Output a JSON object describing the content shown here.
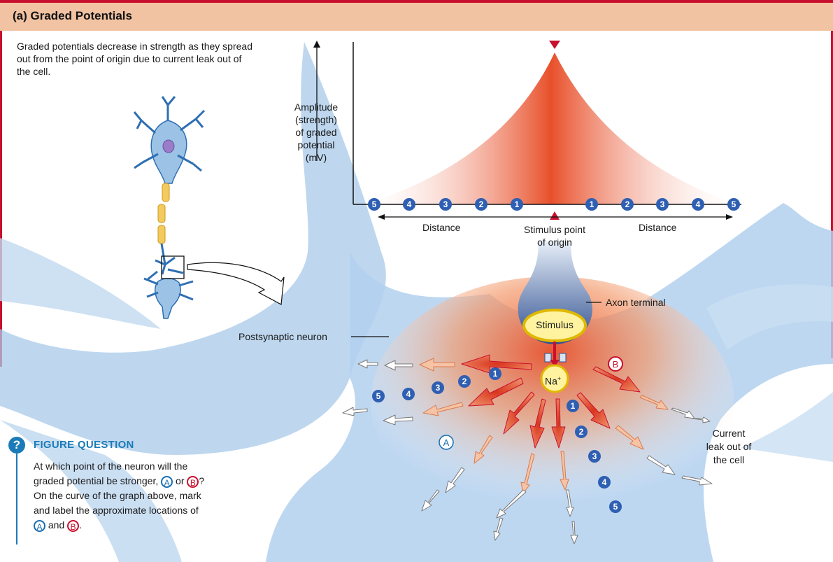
{
  "header": {
    "title": "(a) Graded Potentials"
  },
  "intro": "Graded potentials decrease in strength as they spread out from the point of origin due to current leak out of the cell.",
  "graph": {
    "ylabel": [
      "Amplitude",
      "(strength)",
      "of graded",
      "potential",
      "(mV)"
    ],
    "left_distance": "Distance",
    "right_distance": "Distance",
    "stimulus_point": [
      "Stimulus point",
      "of origin"
    ],
    "axis_markers_left": [
      "5",
      "4",
      "3",
      "2",
      "1"
    ],
    "axis_markers_right": [
      "1",
      "2",
      "3",
      "4",
      "5"
    ]
  },
  "labels": {
    "axon_terminal": "Axon terminal",
    "stimulus": "Stimulus",
    "postsynaptic": "Postsynaptic neuron",
    "na_ion": "Na",
    "na_charge": "+",
    "current_leak": [
      "Current",
      "leak out of",
      "the cell"
    ],
    "point_a": "A",
    "point_b": "B"
  },
  "wave_markers": {
    "left": [
      "1",
      "2",
      "3",
      "4",
      "5"
    ],
    "down": [
      "1",
      "2",
      "3",
      "4",
      "5"
    ]
  },
  "figure_question": {
    "icon": "?",
    "title": "FIGURE QUESTION",
    "text_1": "At which point of the neuron will the graded potential be stronger,",
    "or": "or",
    "text_2": "? On the curve of the graph above, mark and label the approximate locations of",
    "and": "and",
    "end": "."
  },
  "colors": {
    "accent_red": "#c8102e",
    "marker_blue": "#2f5fb3",
    "neuron_blue": "#9cc3e6",
    "header_bg": "#f2c3a3"
  }
}
